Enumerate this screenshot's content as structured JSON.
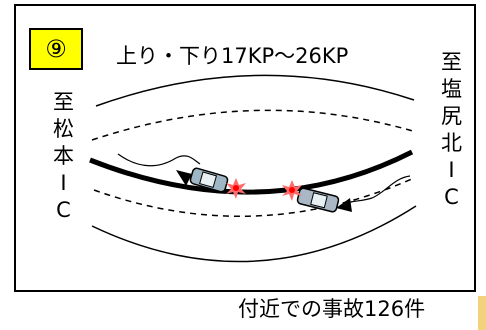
{
  "badge": {
    "label": "⑨",
    "color": "#ffff00"
  },
  "title": "上り・下り17KP～26KP",
  "left_label": [
    "至",
    "松",
    "本",
    "I",
    "C"
  ],
  "right_label": [
    "至",
    "塩",
    "尻",
    "北",
    "I",
    "C"
  ],
  "footer": "付近での事故126件",
  "icons": [
    "car-left-icon",
    "car-right-icon",
    "collision-burst-icon",
    "direction-arrow-icon"
  ]
}
